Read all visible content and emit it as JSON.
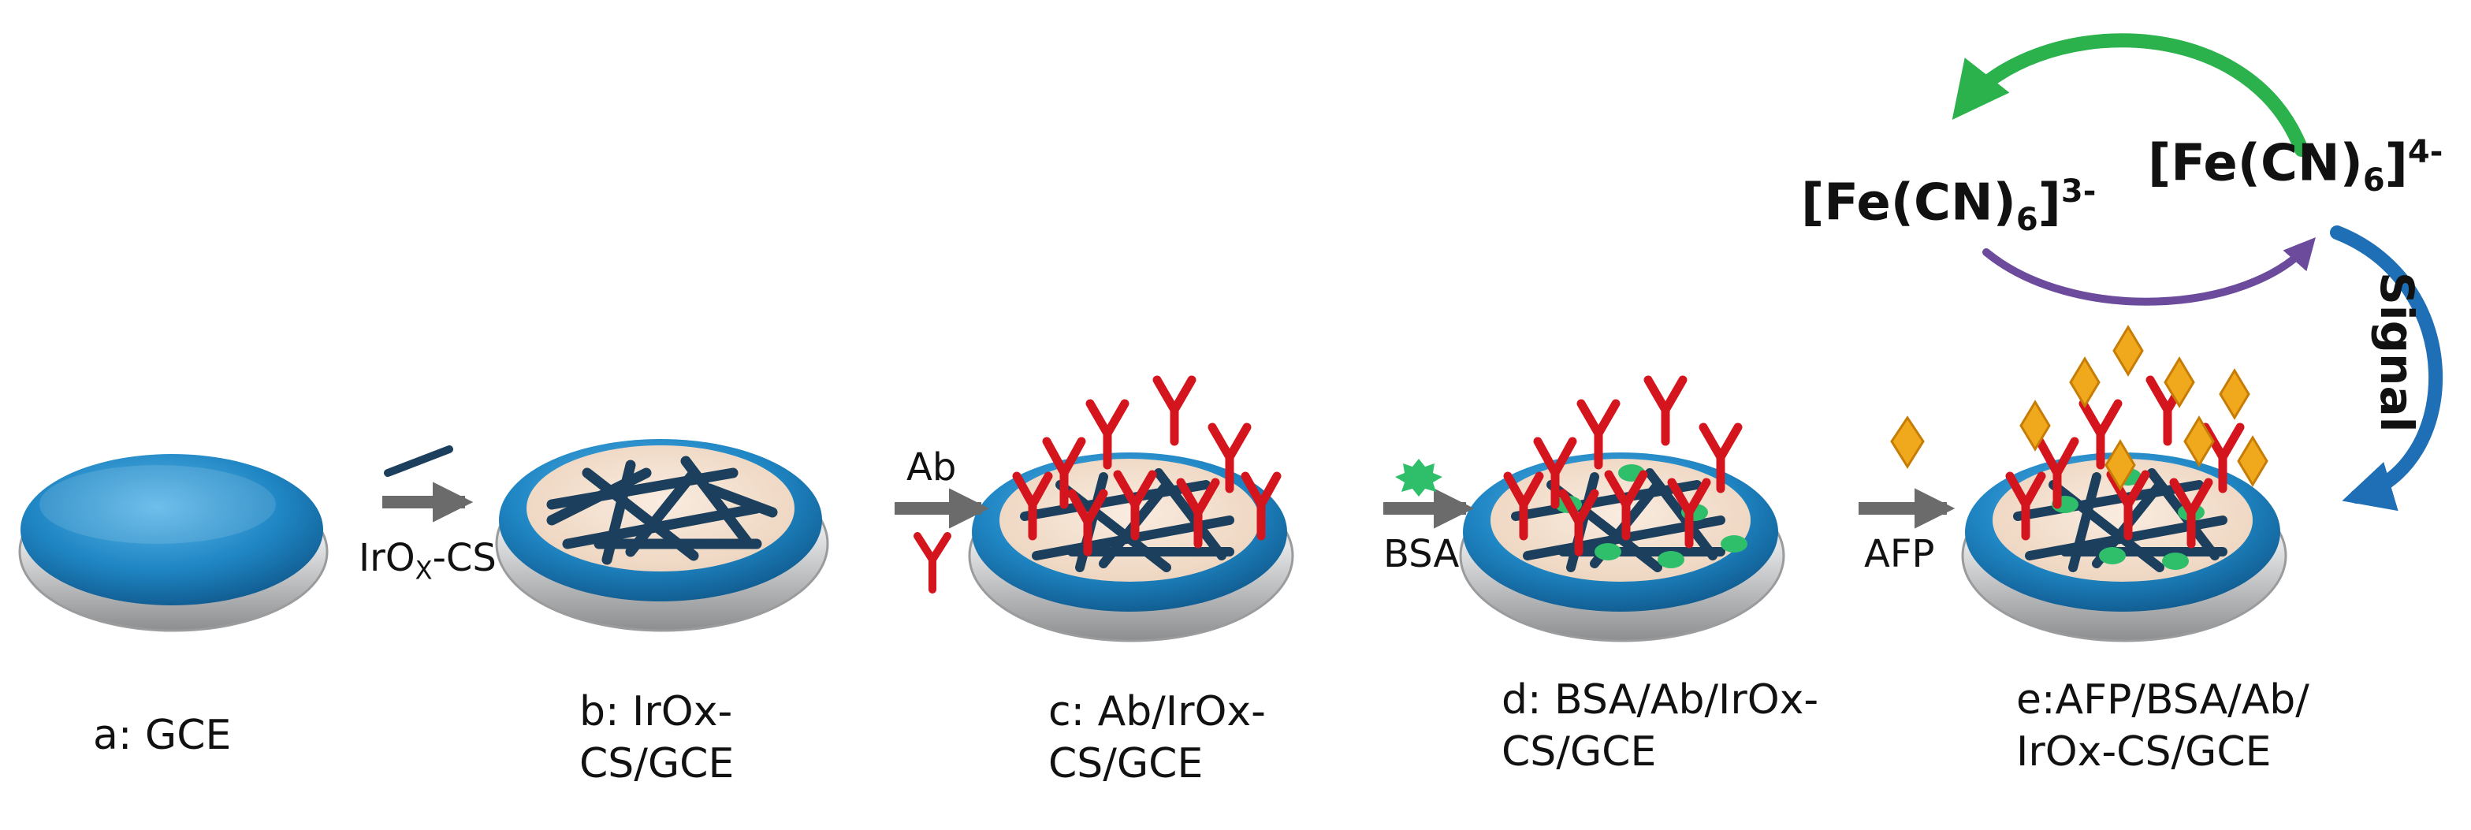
{
  "stages": [
    {
      "id": "a",
      "label_lines": [
        "a: GCE"
      ]
    },
    {
      "id": "b",
      "label_lines": [
        "b: IrOx-",
        "CS/GCE"
      ]
    },
    {
      "id": "c",
      "label_lines": [
        "c: Ab/IrOx-",
        "CS/GCE"
      ]
    },
    {
      "id": "d",
      "label_lines": [
        "d: BSA/Ab/IrOx-",
        "CS/GCE"
      ]
    },
    {
      "id": "e",
      "label_lines": [
        "e:AFP/BSA/Ab/",
        "IrOx-CS/GCE"
      ]
    }
  ],
  "steps": {
    "s1": {
      "main": "IrO",
      "sub": "X",
      "rest": "-CS"
    },
    "s2": "Ab",
    "s3": "BSA",
    "s4": "AFP"
  },
  "redox": {
    "ox": {
      "base": "[Fe(CN)",
      "sub": "6",
      "close": "]",
      "sup": "3-"
    },
    "red": {
      "base": "[Fe(CN)",
      "sub": "6",
      "close": "]",
      "sup": "4-"
    },
    "signal": "Signal"
  },
  "colors": {
    "electrode_blue": "#1f86c4",
    "electrode_dark": "#0d5a8f",
    "rim": "#a9aaac",
    "film": "#f4dfca",
    "nanowire": "#1b3f5c",
    "antibody": "#d5151e",
    "bsa": "#2fbf6a",
    "afp": "#f0a81c",
    "arrow_grey": "#6b6b6b",
    "cycle_green": "#2bb24c",
    "cycle_purple": "#6d4b9c",
    "cycle_blue": "#1e6fb5"
  }
}
